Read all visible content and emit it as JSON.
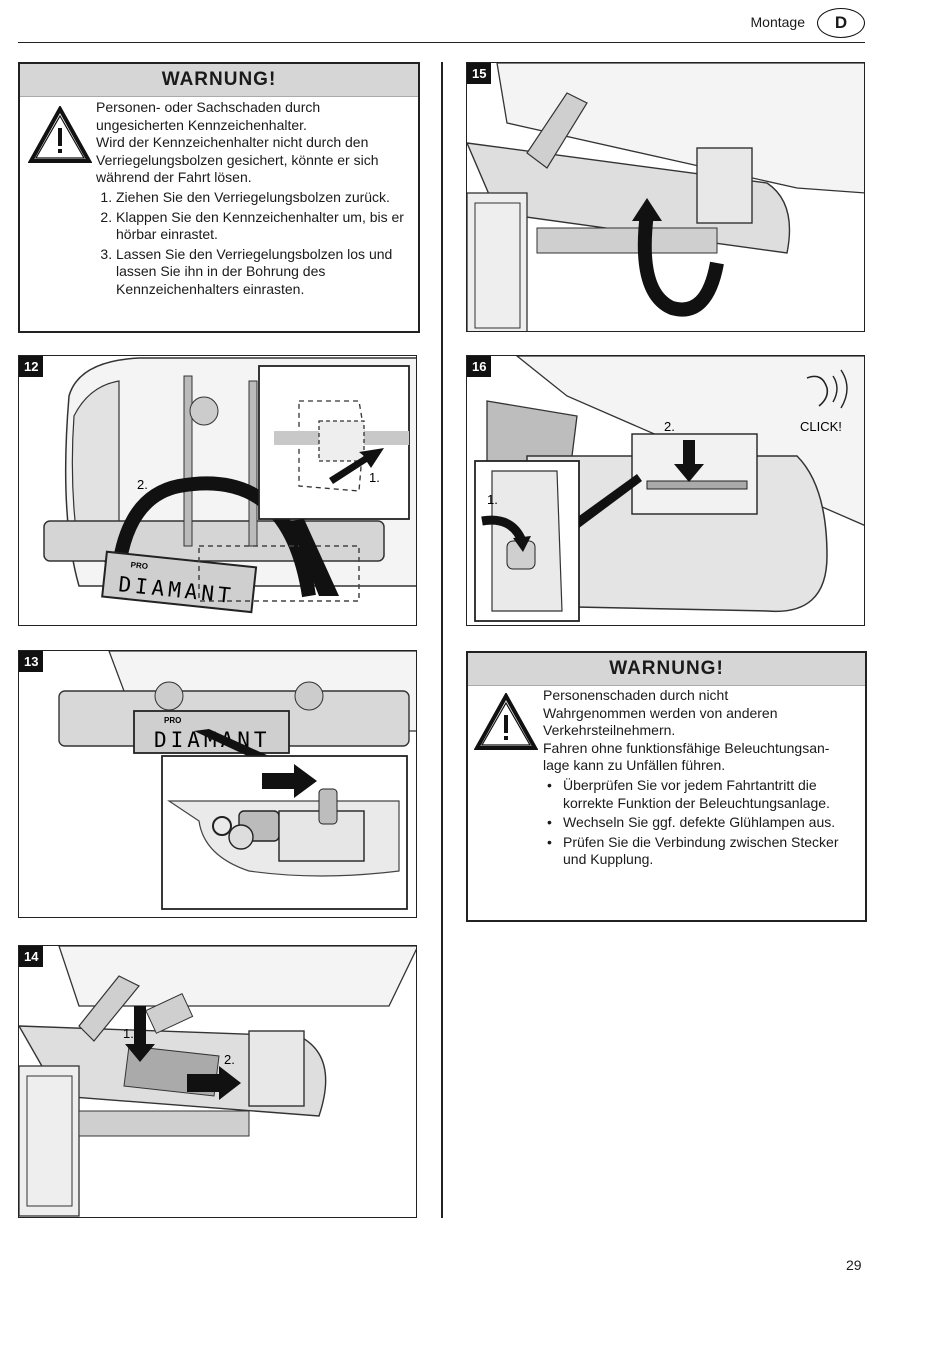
{
  "header": {
    "section": "Montage",
    "language": "D"
  },
  "warning_left": {
    "title": "WARNUNG!",
    "intro_lines": [
      "Personen- oder Sachschaden durch",
      "ungesicherten Kennzeichenhalter.",
      "Wird der Kennzeichenhalter nicht durch den",
      "Verriegelungsbolzen gesichert, könnte er sich",
      "während der Fahrt lösen."
    ],
    "steps": [
      "Ziehen Sie den Verriegelungsbolzen zurück.",
      "Klappen Sie den Kennzeichenhalter um, bis er hörbar einrastet.",
      "Lassen Sie den Verriegelungsbolzen los und lassen Sie ihn in der Bohrung des Kennzeichenhalters einrasten."
    ]
  },
  "warning_right": {
    "title": "WARNUNG!",
    "intro_lines": [
      "Personenschaden durch nicht",
      "Wahrgenommen werden von anderen",
      "Verkehrsteilnehmern.",
      "Fahren ohne funktionsfähige Beleuchtungsan-",
      "lage kann zu Unfällen führen."
    ],
    "bullets": [
      "Überprüfen Sie vor jedem Fahrtantritt die korrekte Funktion der Beleuchtungsanlage.",
      "Wechseln Sie ggf. defekte Glühlampen aus.",
      "Prüfen Sie die Verbindung zwischen Stecker und Kupplung."
    ]
  },
  "figures": {
    "fig12": {
      "number": "12",
      "plate_brand": "PRO",
      "plate_text": "DIAMANT",
      "label_1": "1.",
      "label_2": "2."
    },
    "fig13": {
      "number": "13",
      "plate_brand": "PRO",
      "plate_text": "DIAMANT"
    },
    "fig14": {
      "number": "14",
      "label_1": "1.",
      "label_2": "2."
    },
    "fig15": {
      "number": "15"
    },
    "fig16": {
      "number": "16",
      "label_1": "1.",
      "label_2": "2.",
      "click_text": "CLICK!"
    }
  },
  "page_number": "29"
}
